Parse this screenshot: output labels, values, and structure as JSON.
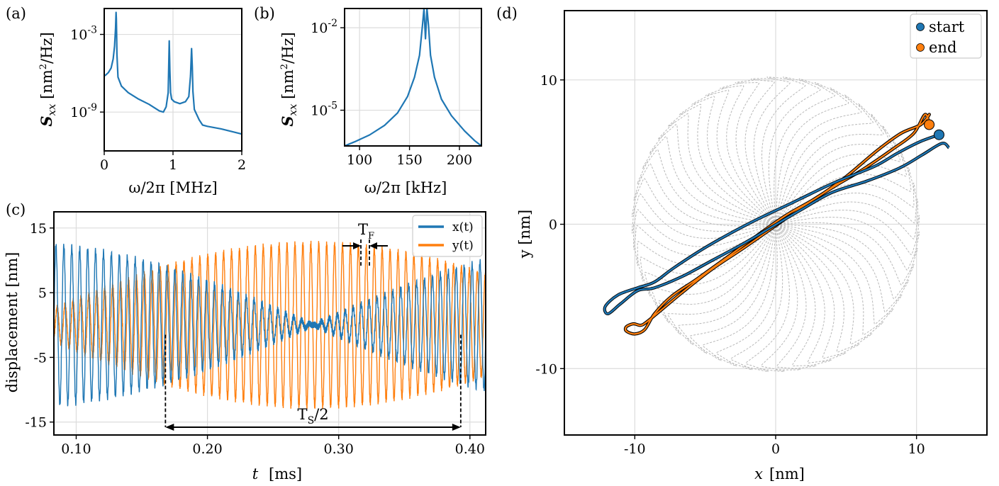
{
  "chart_data": [
    {
      "panel": "(a)",
      "type": "line",
      "xlabel": "ω/2π [MHz]",
      "ylabel": "S_xx [nm²/Hz]",
      "xlim": [
        0,
        2
      ],
      "ylog": true,
      "ylim_log10": [
        -12,
        -1
      ],
      "xticks": [
        0,
        1,
        2
      ],
      "xtick_labels": [
        "0",
        "1",
        "2"
      ],
      "yticks_log10": [
        -3,
        -9
      ],
      "ytick_labels": [
        "10-3",
        "10-9"
      ],
      "grid": true,
      "color": "#1f77b4",
      "series": [
        {
          "x": [
            0,
            0.02,
            0.06,
            0.1,
            0.13,
            0.15,
            0.165,
            0.172,
            0.176,
            0.18,
            0.185,
            0.2,
            0.25,
            0.35,
            0.5,
            0.65,
            0.8,
            0.86,
            0.9,
            0.93,
            0.945,
            0.955,
            0.965,
            0.98,
            1.02,
            1.1,
            1.18,
            1.23,
            1.255,
            1.27,
            1.28,
            1.29,
            1.31,
            1.38,
            1.43,
            1.5,
            1.7,
            1.85,
            2.0
          ],
          "y_log10": [
            -6.2,
            -6.15,
            -5.95,
            -5.6,
            -4.9,
            -3.9,
            -2.5,
            -1.3,
            -1.8,
            -3.0,
            -4.5,
            -6.3,
            -7.0,
            -7.5,
            -8.0,
            -8.4,
            -8.9,
            -9.0,
            -8.6,
            -7.5,
            -3.5,
            -5.8,
            -7.5,
            -8.0,
            -8.2,
            -8.35,
            -8.2,
            -7.8,
            -6.2,
            -4.1,
            -5.5,
            -7.4,
            -8.8,
            -9.6,
            -10.0,
            -10.1,
            -10.3,
            -10.5,
            -10.7
          ]
        }
      ]
    },
    {
      "panel": "(b)",
      "type": "line",
      "xlabel": "ω/2π [kHz]",
      "ylabel": "S_xx [nm²/Hz]",
      "xlim": [
        85,
        222
      ],
      "ylog": true,
      "ylim_log10": [
        -6.3,
        -1.3
      ],
      "xticks": [
        100,
        150,
        200
      ],
      "xtick_labels": [
        "100",
        "150",
        "200"
      ],
      "yticks_log10": [
        -2,
        -5
      ],
      "ytick_labels": [
        "10-2",
        "10-5"
      ],
      "grid": true,
      "color": "#1f77b4",
      "series": [
        {
          "x": [
            85,
            95,
            110,
            125,
            138,
            148,
            155,
            160,
            163,
            164.5,
            166,
            167.5,
            169,
            171,
            175,
            182,
            192,
            205,
            215,
            222
          ],
          "y_log10": [
            -6.3,
            -6.15,
            -5.9,
            -5.55,
            -5.1,
            -4.5,
            -3.8,
            -3.0,
            -1.9,
            -1.3,
            -2.4,
            -1.3,
            -1.9,
            -3.0,
            -3.8,
            -4.6,
            -5.2,
            -5.75,
            -6.1,
            -6.3
          ]
        }
      ]
    },
    {
      "panel": "(c)",
      "type": "line",
      "xlabel": "t [ms]",
      "ylabel": "displacement [nm]",
      "xlim": [
        0.083,
        0.412
      ],
      "ylim": [
        -17,
        17.5
      ],
      "xticks": [
        0.1,
        0.2,
        0.3,
        0.4
      ],
      "xtick_labels": [
        "0.10",
        "0.20",
        "0.30",
        "0.40"
      ],
      "yticks": [
        15,
        5,
        -5,
        -15
      ],
      "ytick_labels": [
        "15",
        "5",
        "-5",
        "-15"
      ],
      "grid": true,
      "legend": "top-right",
      "signal": {
        "carrier_period_ms": 0.00604,
        "beat_period_ms": 0.451,
        "amplitude": 12.6,
        "noise": 0.5
      },
      "series": [
        {
          "name": "x(t)",
          "color": "#1f77b4"
        },
        {
          "name": "y(t)",
          "color": "#ff7f0e"
        }
      ],
      "annotations": [
        {
          "text": "T",
          "sub": "F"
        },
        {
          "text": "T",
          "sub": "S",
          "suffix": "/2"
        }
      ]
    },
    {
      "panel": "(d)",
      "type": "line",
      "xlabel": "x [nm]",
      "ylabel": "y [nm]",
      "xlim": [
        -15,
        15
      ],
      "ylim": [
        -14.6,
        14.8
      ],
      "xticks": [
        -10,
        0,
        10
      ],
      "xtick_labels": [
        "-10",
        "0",
        "10"
      ],
      "yticks": [
        10,
        0,
        -10
      ],
      "ytick_labels": [
        "10",
        "0",
        "-10"
      ],
      "grid": true,
      "legend": "top-right",
      "background_trajectory_color": "#b8b8b8",
      "series": [
        {
          "name": "start",
          "color": "#1f77b4",
          "x": [
            11.6,
            10.2,
            8.6,
            7.0,
            4.2,
            1.2,
            -1.8,
            -4.8,
            -7.2,
            -8.6,
            -9.8,
            -11.2,
            -12.1,
            -11.9,
            -11.0,
            -9.8,
            -8.6,
            -6.6,
            -4.5,
            -2.4,
            -0.3,
            1.8,
            4.0,
            6.5,
            8.8,
            10.4,
            11.8,
            12.3
          ],
          "y": [
            6.2,
            5.7,
            4.9,
            4.0,
            2.9,
            1.5,
            0.1,
            -1.5,
            -3.0,
            -4.0,
            -4.4,
            -4.9,
            -5.7,
            -6.2,
            -5.5,
            -4.6,
            -4.4,
            -3.6,
            -2.5,
            -1.4,
            -0.2,
            1.0,
            2.2,
            3.0,
            3.9,
            4.8,
            5.6,
            5.3
          ]
        },
        {
          "name": "end",
          "color": "#ff7f0e",
          "x": [
            10.9,
            10.6,
            9.8,
            8.3,
            6.2,
            4.3,
            2.2,
            0.0,
            -2.2,
            -4.5,
            -6.6,
            -8.2,
            -9.2,
            -9.6,
            -10.1,
            -10.6,
            -10.6,
            -10.0,
            -9.3,
            -8.6,
            -7.4,
            -5.6,
            -3.6,
            -1.5,
            0.7,
            3.0,
            5.0,
            7.2,
            8.9,
            10.3,
            10.9,
            10.7
          ],
          "y": [
            6.9,
            7.6,
            6.3,
            5.2,
            3.8,
            2.7,
            1.4,
            -0.1,
            -1.6,
            -3.1,
            -4.7,
            -6.0,
            -6.8,
            -7.0,
            -6.9,
            -7.1,
            -7.4,
            -7.6,
            -7.3,
            -6.2,
            -5.0,
            -3.8,
            -2.4,
            -0.9,
            0.6,
            1.9,
            3.3,
            5.1,
            6.3,
            6.9,
            7.6,
            7.3
          ]
        }
      ]
    }
  ],
  "panels": {
    "a": {
      "label": "(a)",
      "xlabel": "ω/2π [MHz]"
    },
    "b": {
      "label": "(b)",
      "xlabel": "ω/2π [kHz]"
    },
    "c": {
      "label": "(c)",
      "xlabel_var": "t",
      "xlabel_unit": "[ms]",
      "ylabel": "displacement [nm]"
    },
    "d": {
      "label": "(d)",
      "xlabel_var": "x",
      "xlabel_unit": "[nm]",
      "ylabel": "y [nm]"
    }
  }
}
